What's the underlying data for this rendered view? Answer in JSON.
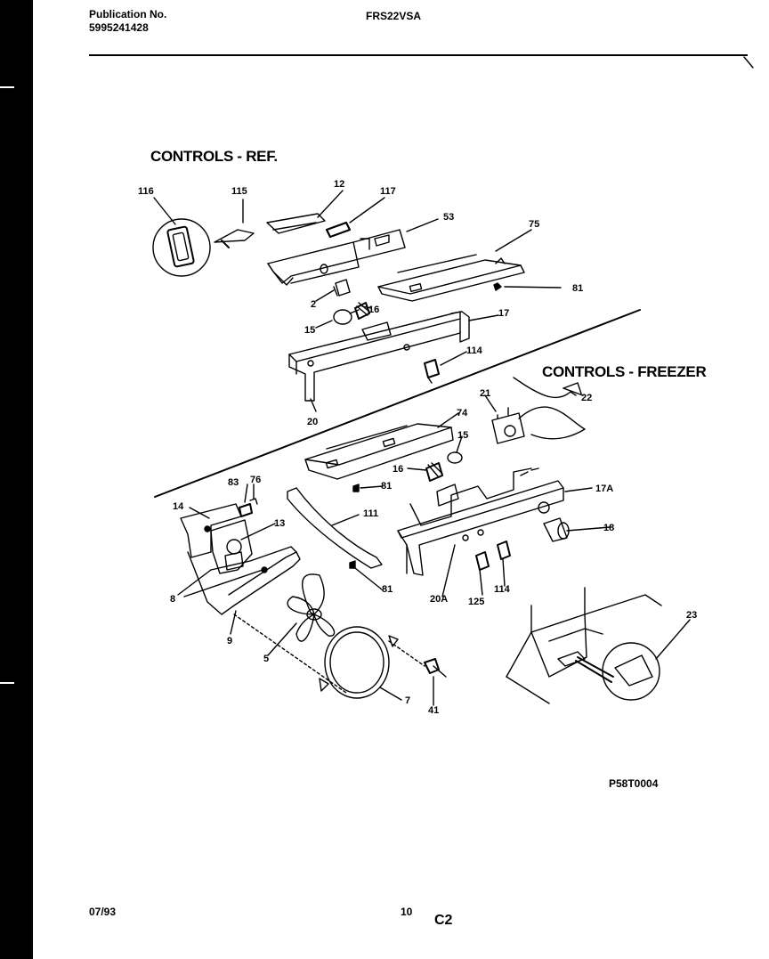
{
  "header": {
    "publication_label": "Publication No.",
    "publication_number": "5995241428",
    "model": "FRS22VSA"
  },
  "sections": {
    "ref_title": "CONTROLS - REF.",
    "freezer_title": "CONTROLS - FREEZER"
  },
  "part_labels": [
    {
      "id": "l116",
      "text": "116"
    },
    {
      "id": "l115",
      "text": "115"
    },
    {
      "id": "l12",
      "text": "12"
    },
    {
      "id": "l117",
      "text": "117"
    },
    {
      "id": "l53",
      "text": "53"
    },
    {
      "id": "l75",
      "text": "75"
    },
    {
      "id": "l81a",
      "text": "81"
    },
    {
      "id": "l2",
      "text": "2"
    },
    {
      "id": "l16a",
      "text": "16"
    },
    {
      "id": "l15a",
      "text": "15"
    },
    {
      "id": "l17",
      "text": "17"
    },
    {
      "id": "l114a",
      "text": "114"
    },
    {
      "id": "l20",
      "text": "20"
    },
    {
      "id": "l21",
      "text": "21"
    },
    {
      "id": "l22",
      "text": "22"
    },
    {
      "id": "l74",
      "text": "74"
    },
    {
      "id": "l15b",
      "text": "15"
    },
    {
      "id": "l16b",
      "text": "16"
    },
    {
      "id": "l81b",
      "text": "81"
    },
    {
      "id": "l83",
      "text": "83"
    },
    {
      "id": "l76",
      "text": "76"
    },
    {
      "id": "l14",
      "text": "14"
    },
    {
      "id": "l13",
      "text": "13"
    },
    {
      "id": "l111",
      "text": "111"
    },
    {
      "id": "l17A",
      "text": "17A"
    },
    {
      "id": "l18",
      "text": "18"
    },
    {
      "id": "l8",
      "text": "8"
    },
    {
      "id": "l81c",
      "text": "81"
    },
    {
      "id": "l20A",
      "text": "20A"
    },
    {
      "id": "l125",
      "text": "125"
    },
    {
      "id": "l114b",
      "text": "114"
    },
    {
      "id": "l9",
      "text": "9"
    },
    {
      "id": "l5",
      "text": "5"
    },
    {
      "id": "l7",
      "text": "7"
    },
    {
      "id": "l41",
      "text": "41"
    },
    {
      "id": "l23",
      "text": "23"
    }
  ],
  "figure_code": "P58T0004",
  "footer": {
    "date": "07/93",
    "page_number": "10",
    "section_code": "C2"
  }
}
